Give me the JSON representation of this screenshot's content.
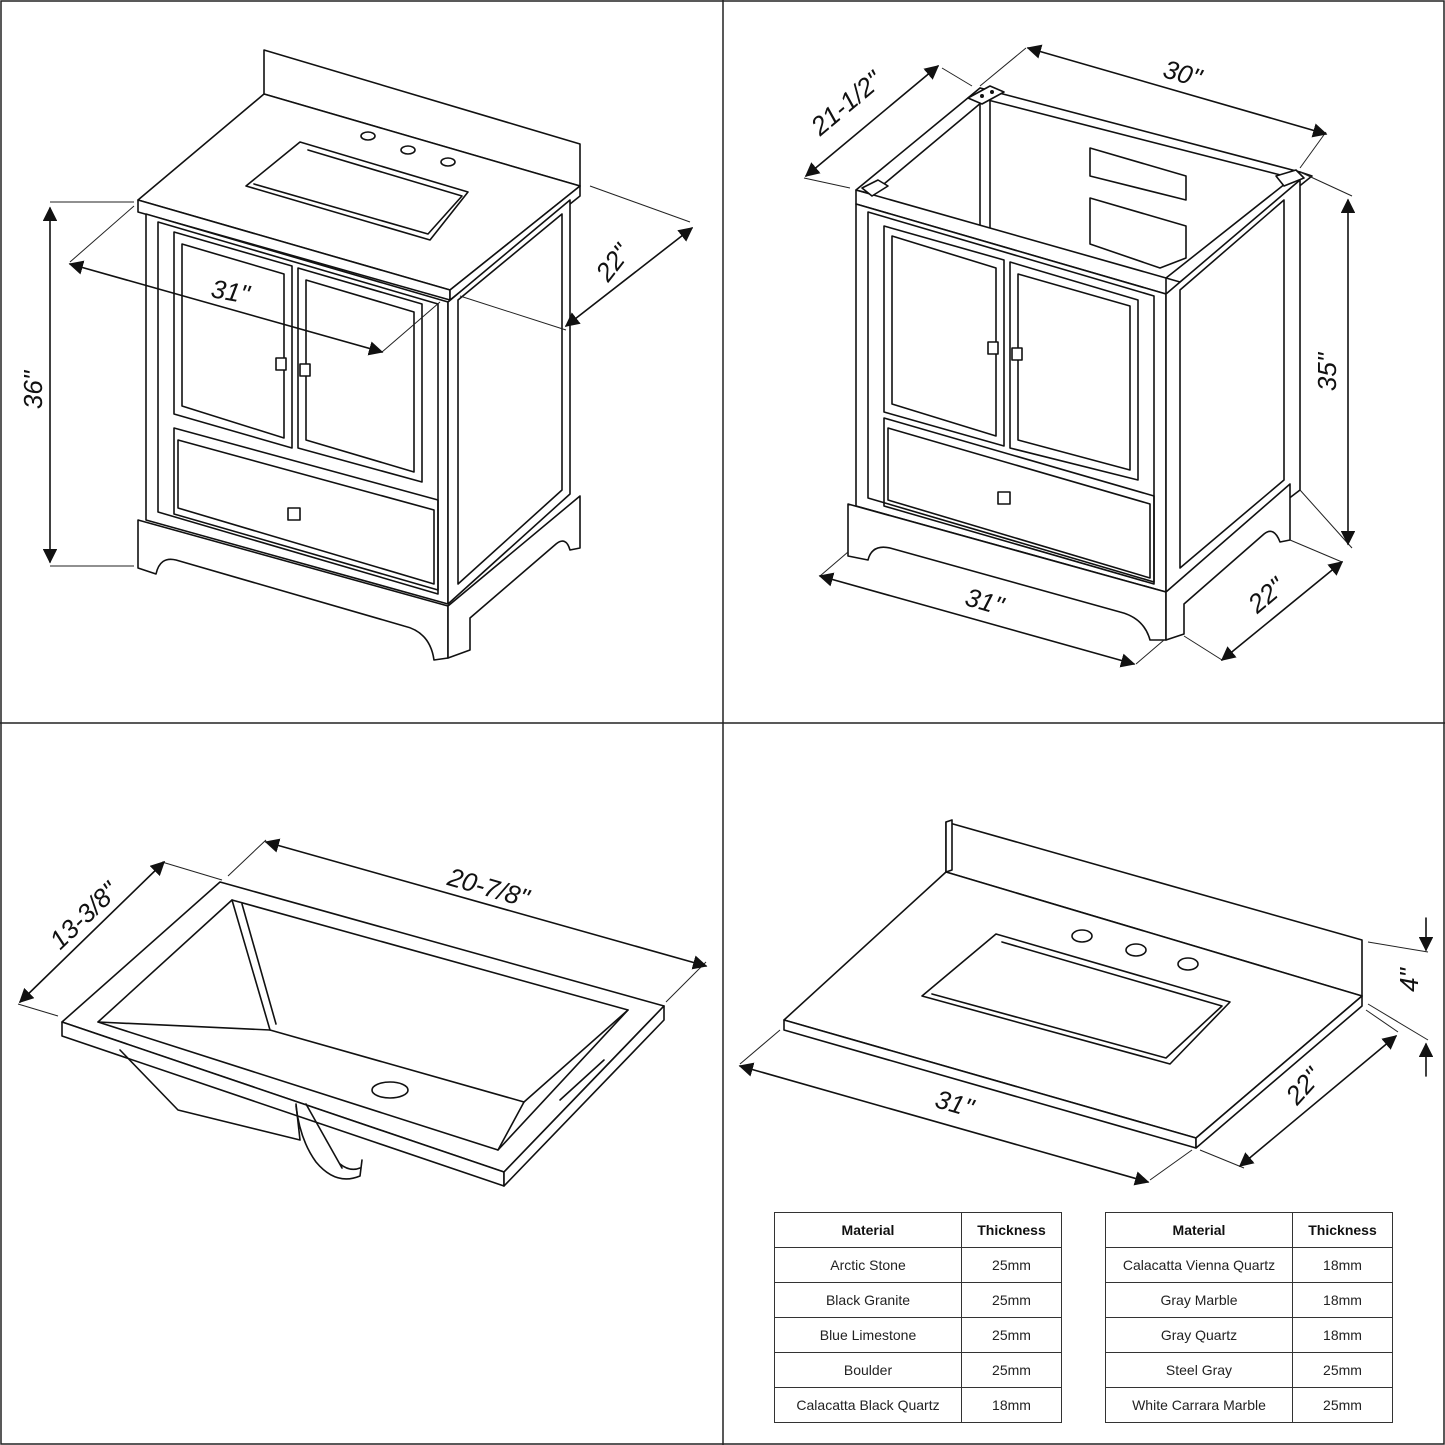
{
  "dimensions": {
    "vanity": {
      "height": "36\"",
      "width": "31\"",
      "depth": "22\""
    },
    "cabinet": {
      "top_width": "30\"",
      "top_depth": "21-1/2\"",
      "height": "35\"",
      "width": "31\"",
      "depth": "22\""
    },
    "sink": {
      "width": "13-3/8\"",
      "length": "20-7/8\""
    },
    "countertop": {
      "backsplash": "4\"",
      "width": "31\"",
      "depth": "22\""
    }
  },
  "tables": [
    {
      "headers": [
        "Material",
        "Thickness"
      ],
      "rows": [
        [
          "Arctic Stone",
          "25mm"
        ],
        [
          "Black Granite",
          "25mm"
        ],
        [
          "Blue Limestone",
          "25mm"
        ],
        [
          "Boulder",
          "25mm"
        ],
        [
          "Calacatta Black Quartz",
          "18mm"
        ]
      ]
    },
    {
      "headers": [
        "Material",
        "Thickness"
      ],
      "rows": [
        [
          "Calacatta Vienna Quartz",
          "18mm"
        ],
        [
          "Gray Marble",
          "18mm"
        ],
        [
          "Gray Quartz",
          "18mm"
        ],
        [
          "Steel Gray",
          "25mm"
        ],
        [
          "White Carrara Marble",
          "25mm"
        ]
      ]
    }
  ]
}
